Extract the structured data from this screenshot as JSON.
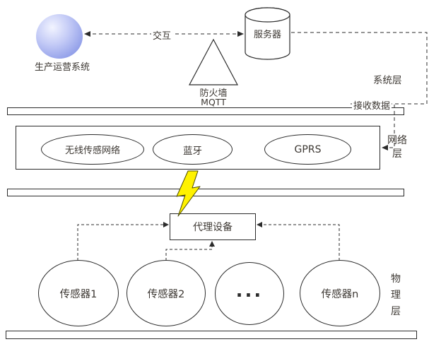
{
  "colors": {
    "line": "#2b2b2b",
    "text": "#3d3833",
    "lightning_fill": "#fff200",
    "sphere_blue": "#8e9ce8",
    "shape_fill": "#ffffff"
  },
  "system_layer": {
    "layer_label": "系统层",
    "production_system_label": "生产运营系统",
    "interaction_label": "交互",
    "server_label": "服务器",
    "firewall_label": "防火墙",
    "protocol_label": "MQTT",
    "receive_data_label": "接收数据"
  },
  "network_layer": {
    "layer_label": "网络层",
    "nodes": [
      {
        "label": "无线传感网络"
      },
      {
        "label": "蓝牙"
      },
      {
        "label": "GPRS"
      }
    ]
  },
  "physical_layer": {
    "layer_label": "物理层",
    "proxy_label": "代理设备",
    "sensors": [
      {
        "label": "传感器1"
      },
      {
        "label": "传感器2"
      },
      {
        "label": "..."
      },
      {
        "label": "传感器n"
      }
    ]
  }
}
